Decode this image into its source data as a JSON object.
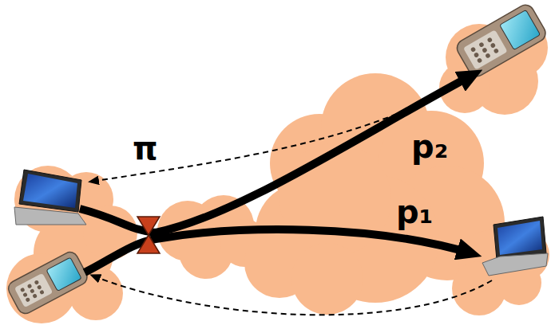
{
  "diagram": {
    "labels": [
      "π",
      "p₂",
      "p₁"
    ]
  }
}
